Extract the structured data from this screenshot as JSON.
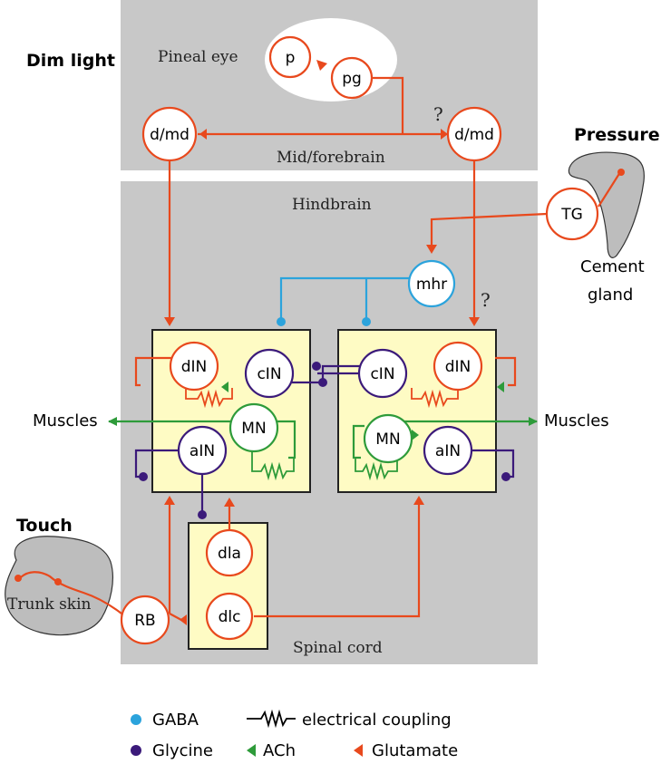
{
  "colors": {
    "region_gray": "#c8c8c8",
    "box_fill": "#fefbc4",
    "glutamate": "#e8491d",
    "glycine": "#3b1a7a",
    "gaba": "#2ba3dc",
    "ach": "#2e9b3a"
  },
  "labels": {
    "dim_light": "Dim light",
    "pressure": "Pressure",
    "cement_gland": [
      "Cement",
      "gland"
    ],
    "touch": "Touch",
    "trunk_skin": "Trunk skin",
    "pineal_eye": "Pineal eye",
    "mid_forebrain": "Mid/forebrain",
    "hindbrain": "Hindbrain",
    "spinal_cord": "Spinal cord",
    "muscles_left": "Muscles",
    "muscles_right": "Muscles",
    "question_top": "?",
    "question_right": "?"
  },
  "neurons": {
    "p": "p",
    "pg": "pg",
    "dmd_left": "d/md",
    "dmd_right": "d/md",
    "tg": "TG",
    "mhr": "mhr",
    "din_left": "dIN",
    "cin_left": "cIN",
    "mn_left": "MN",
    "ain_left": "aIN",
    "cin_right": "cIN",
    "din_right": "dIN",
    "mn_right": "MN",
    "ain_right": "aIN",
    "dla": "dla",
    "dlc": "dlc",
    "rb": "RB"
  },
  "legend": {
    "gaba": "GABA",
    "glycine": "Glycine",
    "electrical": "electrical coupling",
    "ach": "ACh",
    "glutamate": "Glutamate"
  }
}
